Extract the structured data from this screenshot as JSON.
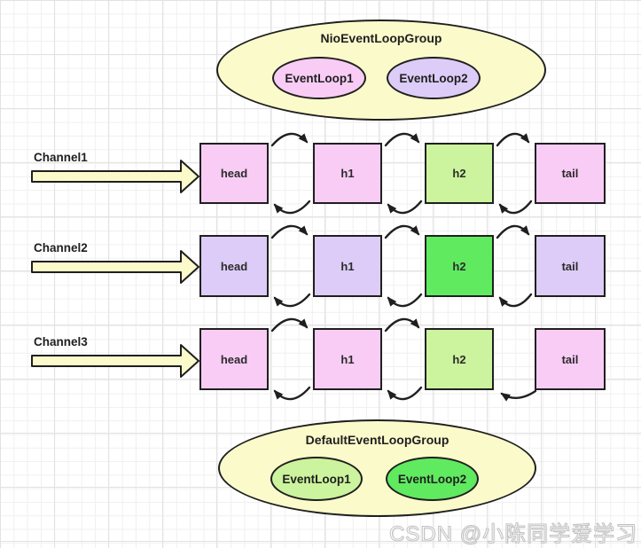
{
  "top_group": {
    "title": "NioEventLoopGroup",
    "fill": "#fafacb",
    "event_loops": [
      {
        "label": "EventLoop1",
        "color": "#f9ccf5"
      },
      {
        "label": "EventLoop2",
        "color": "#dcccf7"
      }
    ]
  },
  "channels": [
    {
      "label": "Channel1",
      "nodes": [
        {
          "label": "head",
          "color": "#f9ccf5"
        },
        {
          "label": "h1",
          "color": "#f9ccf5"
        },
        {
          "label": "h2",
          "color": "#ccf39d"
        },
        {
          "label": "tail",
          "color": "#f9ccf5"
        }
      ]
    },
    {
      "label": "Channel2",
      "nodes": [
        {
          "label": "head",
          "color": "#dcccf7"
        },
        {
          "label": "h1",
          "color": "#dcccf7"
        },
        {
          "label": "h2",
          "color": "#60ea60"
        },
        {
          "label": "tail",
          "color": "#dcccf7"
        }
      ]
    },
    {
      "label": "Channel3",
      "nodes": [
        {
          "label": "head",
          "color": "#f9ccf5"
        },
        {
          "label": "h1",
          "color": "#f9ccf5"
        },
        {
          "label": "h2",
          "color": "#ccf39d"
        },
        {
          "label": "tail",
          "color": "#f9ccf5"
        }
      ]
    }
  ],
  "bottom_group": {
    "title": "DefaultEventLoopGroup",
    "fill": "#fafacb",
    "event_loops": [
      {
        "label": "EventLoop1",
        "color": "#ccf39d"
      },
      {
        "label": "EventLoop2",
        "color": "#60ea60"
      }
    ]
  },
  "watermark": "CSDN @小陈同学爱学习",
  "colors": {
    "arrow_fill": "#fafacb",
    "outline": "#1f1f1f",
    "grid_minor": "#f0f0f0",
    "grid_major": "#e2e2e2",
    "watermark_color": "#c2c2c2"
  }
}
